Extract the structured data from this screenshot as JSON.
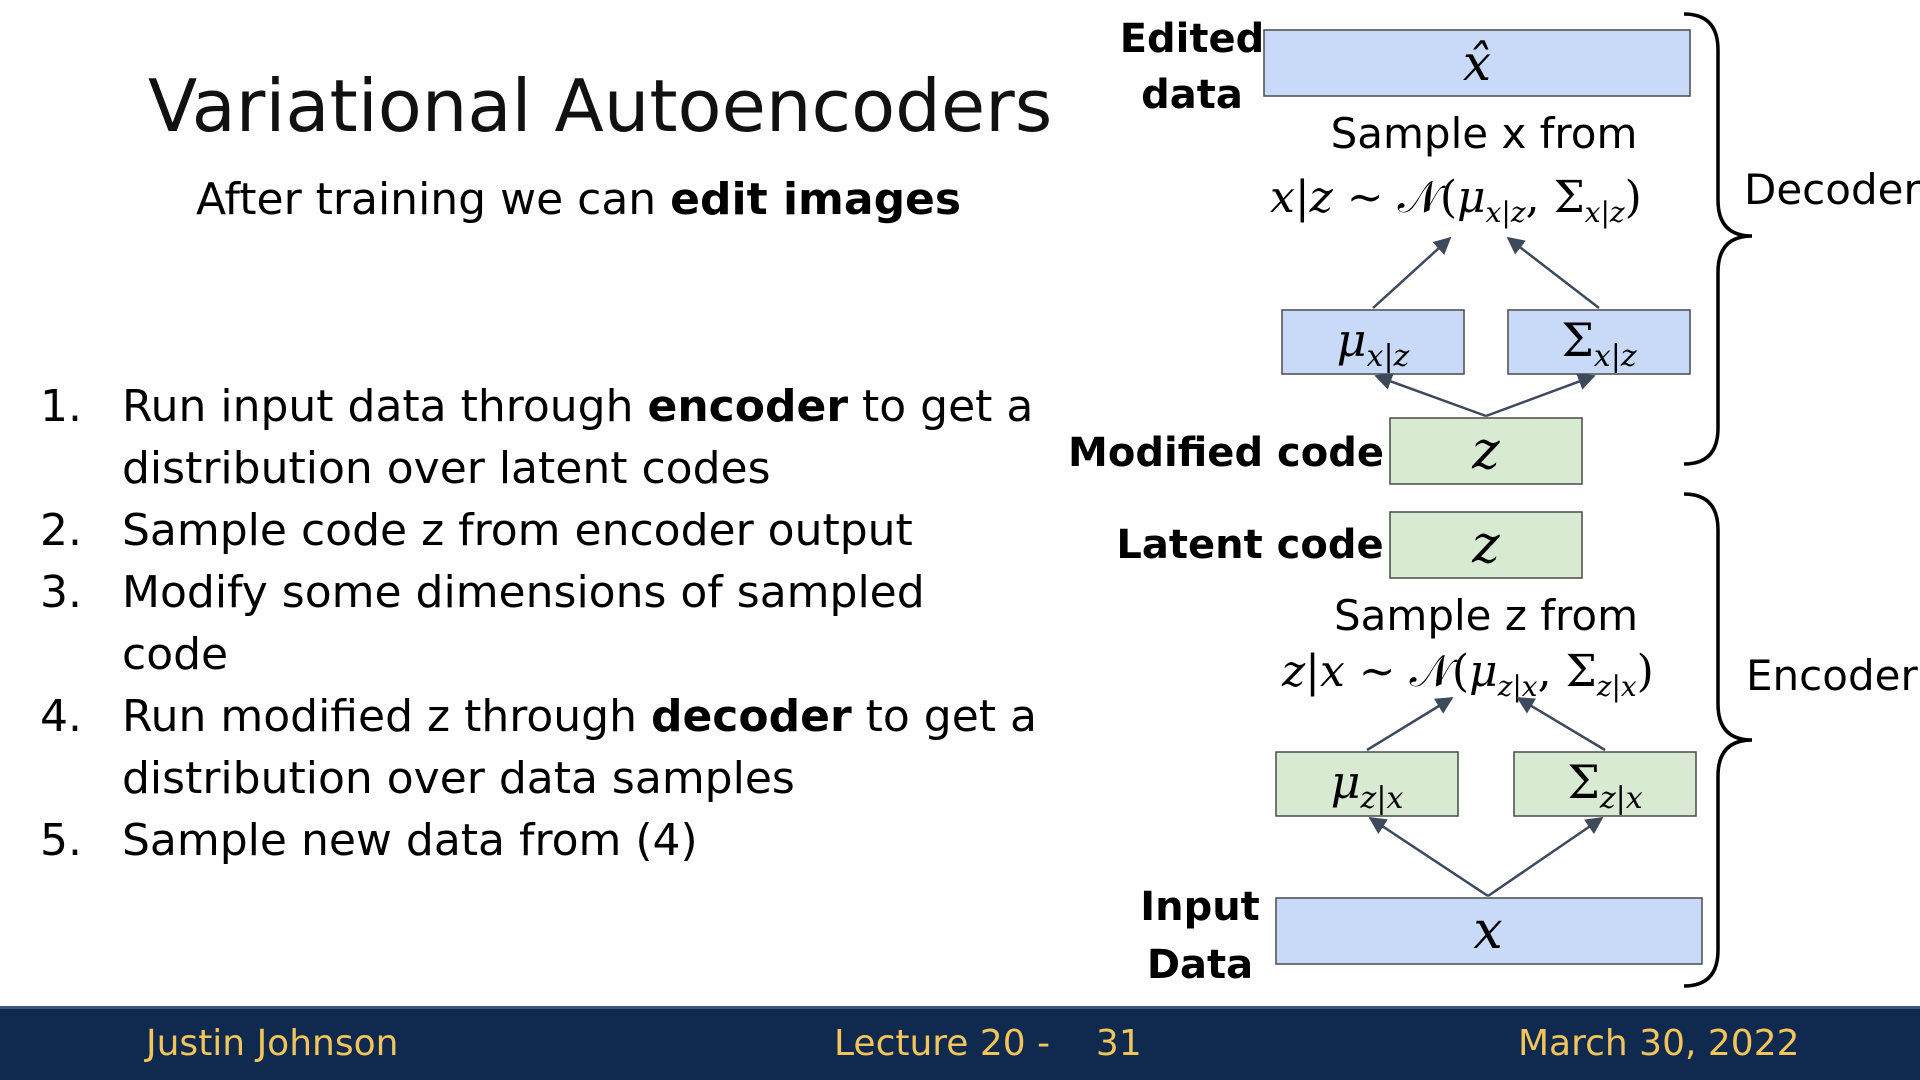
{
  "slide": {
    "title": "Variational Autoencoders",
    "subtitle_pre": "After training we can ",
    "subtitle_bold": "edit images"
  },
  "steps": [
    {
      "num": "1.",
      "pre": "Run input data through ",
      "bold": "encoder",
      "post": " to get a distribution over latent codes"
    },
    {
      "num": "2.",
      "pre": "Sample code z from encoder output",
      "bold": "",
      "post": ""
    },
    {
      "num": "3.",
      "pre": "Modify some dimensions of sampled code",
      "bold": "",
      "post": ""
    },
    {
      "num": "4.",
      "pre": "Run modified z through ",
      "bold": "decoder",
      "post": " to get a distribution over data samples"
    },
    {
      "num": "5.",
      "pre": "Sample new data from (4)",
      "bold": "",
      "post": ""
    }
  ],
  "diagram": {
    "edited_data_line1": "Edited",
    "edited_data_line2": "data",
    "modified_code": "Modified code",
    "latent_code": "Latent code",
    "input_data_line1": "Input",
    "input_data_line2": "Data",
    "sample_x_from": "Sample x from",
    "sample_z_from": "Sample z from",
    "decoder": "Decoder",
    "encoder": "Encoder",
    "box_xhat": "x̂",
    "box_z": "z",
    "box_x": "x",
    "box_mu": "μ",
    "box_sigma": "Σ",
    "sub_x_given_z": "x|z",
    "sub_z_given_x": "z|x",
    "dist_decoder_lhs": "x|z ~ ",
    "dist_encoder_lhs": "z|x ~ ",
    "dist_symbol": "𝒩",
    "dist_open": "(",
    "dist_comma": ", ",
    "dist_close": ")",
    "colors": {
      "blue_box": "#c9daf8",
      "green_box": "#d9ead3",
      "footer_bg": "#0f2a4e",
      "footer_text": "#f2c45a"
    }
  },
  "footer": {
    "author": "Justin Johnson",
    "lecture": "Lecture 20 -    31",
    "date": "March 30, 2022"
  }
}
